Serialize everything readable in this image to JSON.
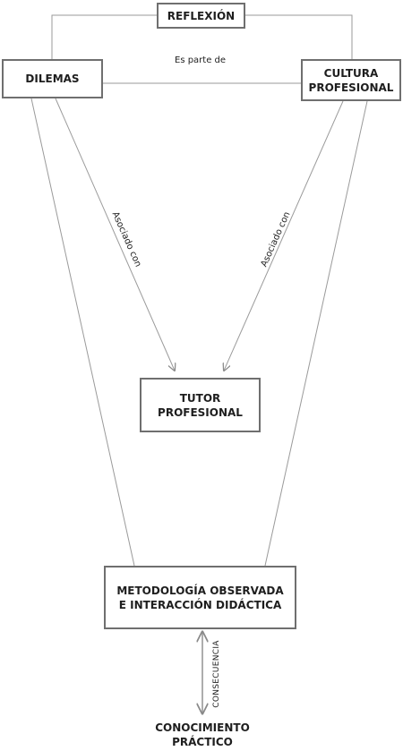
{
  "nodes": {
    "reflexion": "REFLEXIÓN",
    "dilemas": "DILEMAS",
    "cultura_line1": "CULTURA",
    "cultura_line2": "PROFESIONAL",
    "tutor_line1": "TUTOR",
    "tutor_line2": "PROFESIONAL",
    "metodologia_line1": "METODOLOGÍA OBSERVADA",
    "metodologia_line2": "E INTERACCIÓN DIDÁCTICA",
    "conocimiento_line1": "CONOCIMIENTO",
    "conocimiento_line2": "PRÁCTICO"
  },
  "edge_labels": {
    "es_parte_de": "Es parte de",
    "asociado_con_left": "Asociado con",
    "asociado_con_right": "Asociado con",
    "consecuencia": "CONSECUENCIA"
  },
  "colors": {
    "line": "#9a9a9a",
    "box_border": "#6f6f6f",
    "text": "#1e1e1e"
  }
}
